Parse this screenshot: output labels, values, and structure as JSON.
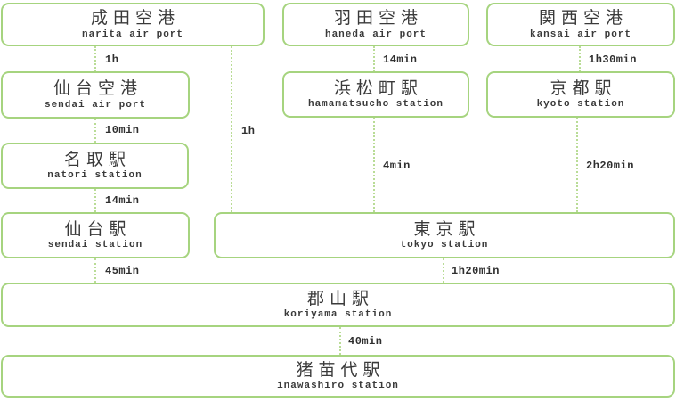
{
  "nodes": {
    "narita": {
      "title": "成田空港",
      "subtitle": "narita air port"
    },
    "haneda": {
      "title": "羽田空港",
      "subtitle": "haneda air port"
    },
    "kansai": {
      "title": "関西空港",
      "subtitle": "kansai air port"
    },
    "sendai_airport": {
      "title": "仙台空港",
      "subtitle": "sendai air port"
    },
    "hamamatsucho": {
      "title": "浜松町駅",
      "subtitle": "hamamatsucho station"
    },
    "kyoto": {
      "title": "京都駅",
      "subtitle": "kyoto station"
    },
    "natori": {
      "title": "名取駅",
      "subtitle": "natori station"
    },
    "sendai_station": {
      "title": "仙台駅",
      "subtitle": "sendai station"
    },
    "tokyo": {
      "title": "東京駅",
      "subtitle": "tokyo station"
    },
    "koriyama": {
      "title": "郡山駅",
      "subtitle": "koriyama station"
    },
    "inawashiro": {
      "title": "猪苗代駅",
      "subtitle": "inawashiro station"
    }
  },
  "edges": {
    "narita_to_sendai_airport": "1h",
    "haneda_to_hamamatsucho": "14min",
    "kansai_to_kyoto": "1h30min",
    "sendai_airport_to_natori": "10min",
    "narita_to_tokyo": "1h",
    "hamamatsucho_to_tokyo": "4min",
    "kyoto_to_tokyo": "2h20min",
    "natori_to_sendai_station": "14min",
    "sendai_station_to_koriyama": "45min",
    "tokyo_to_koriyama": "1h20min",
    "koriyama_to_inawashiro": "40min"
  },
  "colors": {
    "accent_green": "#a6d47f",
    "dotted_line_green": "#b9dc96",
    "text": "#3a3a3a"
  }
}
